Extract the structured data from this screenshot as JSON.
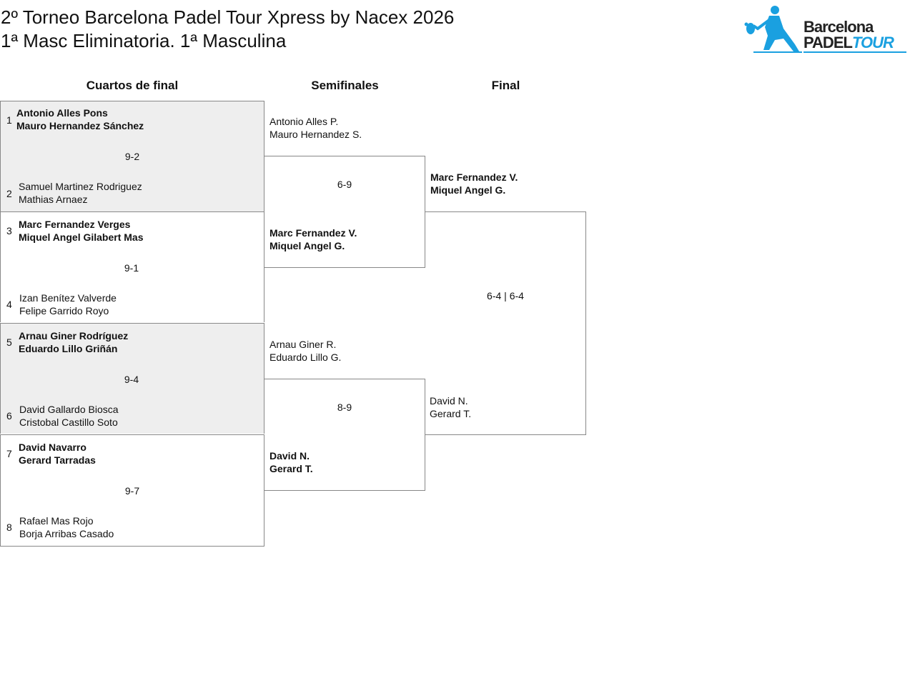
{
  "header": {
    "title_line1": "2º Torneo Barcelona Padel Tour Xpress by Nacex 2026",
    "title_line2": "1ª Masc Eliminatoria. 1ª Masculina",
    "logo_line1": "Barcelona",
    "logo_line2a": "PADEL",
    "logo_line2b": "TOUR"
  },
  "rounds": {
    "quarterfinals": "Cuartos de final",
    "semifinals": "Semifinales",
    "final": "Final"
  },
  "quarterfinals": [
    {
      "seed_a": "1",
      "team_a": [
        "Antonio Alles Pons",
        "Mauro Hernandez Sánchez"
      ],
      "score": "9-2",
      "seed_b": "2",
      "team_b": [
        "Samuel Martinez Rodriguez",
        "Mathias Arnaez"
      ]
    },
    {
      "seed_a": "3",
      "team_a": [
        "Marc Fernandez Verges",
        "Miquel Angel Gilabert Mas"
      ],
      "score": "9-1",
      "seed_b": "4",
      "team_b": [
        "Izan Benítez Valverde",
        "Felipe Garrido Royo"
      ]
    },
    {
      "seed_a": "5",
      "team_a": [
        "Arnau Giner Rodríguez",
        "Eduardo Lillo Griñán"
      ],
      "score": "9-4",
      "seed_b": "6",
      "team_b": [
        "David Gallardo Biosca",
        "Cristobal Castillo Soto"
      ]
    },
    {
      "seed_a": "7",
      "team_a": [
        "David Navarro",
        "Gerard Tarradas"
      ],
      "score": "9-7",
      "seed_b": "8",
      "team_b": [
        "Rafael Mas Rojo",
        "Borja Arribas Casado"
      ]
    }
  ],
  "semifinals": [
    {
      "team_a": [
        "Antonio Alles P.",
        "Mauro Hernandez S."
      ],
      "score": "6-9",
      "team_b": [
        "Marc Fernandez V.",
        "Miquel Angel G."
      ]
    },
    {
      "team_a": [
        "Arnau Giner R.",
        "Eduardo Lillo G."
      ],
      "score": "8-9",
      "team_b": [
        "David N.",
        "Gerard T."
      ]
    }
  ],
  "final": {
    "team_a": [
      "Marc Fernandez V.",
      "Miquel Angel G."
    ],
    "score": "6-4 | 6-4",
    "team_b": [
      "David N.",
      "Gerard T."
    ]
  },
  "colors": {
    "brand_blue": "#1aa0e0",
    "shade": "#eeeeee",
    "border": "#888888"
  }
}
